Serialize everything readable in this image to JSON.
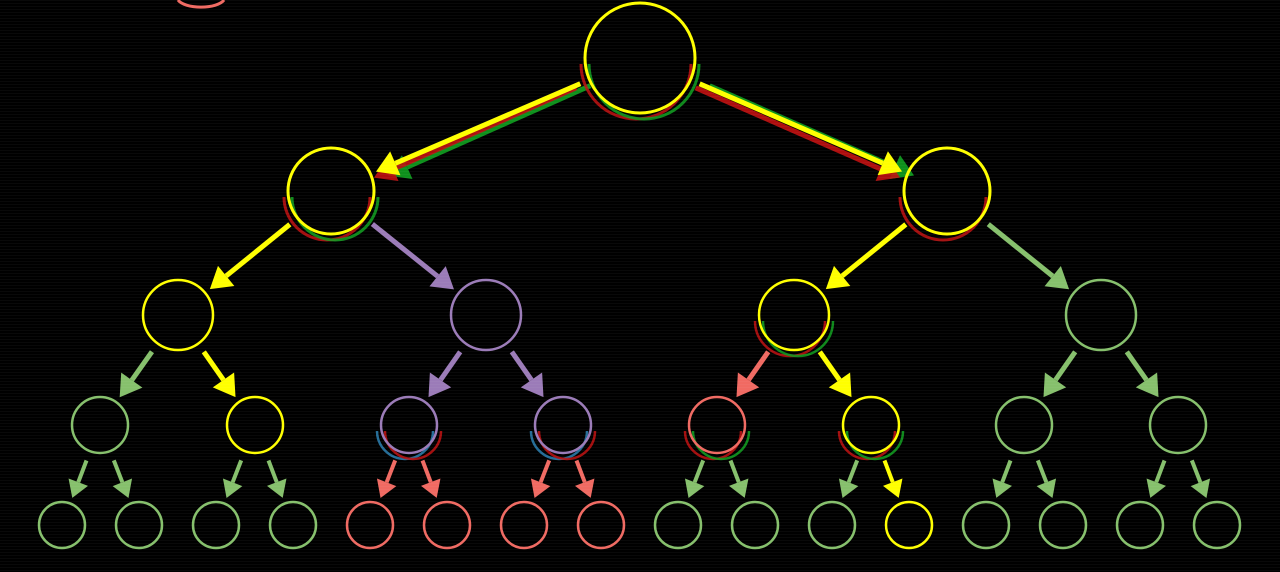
{
  "diagram": {
    "background": "#000000",
    "colors": {
      "yellow": "#ffff00",
      "green": "#86c06c",
      "purple": "#9b7bb8",
      "red": "#f06a62",
      "ghost_red": "#c01010",
      "ghost_green": "#10a020",
      "ghost_blue": "#2a7fb0"
    },
    "nodes": [
      {
        "id": "n1",
        "color": "yellow",
        "glitch": [
          "ghost_red",
          "ghost_green"
        ]
      },
      {
        "id": "n2",
        "color": "yellow",
        "glitch": [
          "ghost_red",
          "ghost_green"
        ]
      },
      {
        "id": "n3",
        "color": "yellow",
        "glitch": [
          "ghost_red"
        ]
      },
      {
        "id": "n4",
        "color": "yellow"
      },
      {
        "id": "n5",
        "color": "purple"
      },
      {
        "id": "n6",
        "color": "yellow",
        "glitch": [
          "ghost_red",
          "ghost_green"
        ]
      },
      {
        "id": "n7",
        "color": "green"
      },
      {
        "id": "n8",
        "color": "green"
      },
      {
        "id": "n9",
        "color": "yellow"
      },
      {
        "id": "n10",
        "color": "purple",
        "glitch": [
          "ghost_blue",
          "ghost_red"
        ]
      },
      {
        "id": "n11",
        "color": "purple",
        "glitch": [
          "ghost_blue",
          "ghost_red"
        ]
      },
      {
        "id": "n12",
        "color": "red",
        "glitch": [
          "ghost_red",
          "ghost_green"
        ]
      },
      {
        "id": "n13",
        "color": "yellow",
        "glitch": [
          "ghost_red",
          "ghost_green"
        ]
      },
      {
        "id": "n14",
        "color": "green"
      },
      {
        "id": "n15",
        "color": "green"
      },
      {
        "id": "n16",
        "color": "green"
      },
      {
        "id": "n17",
        "color": "green"
      },
      {
        "id": "n18",
        "color": "green"
      },
      {
        "id": "n19",
        "color": "green"
      },
      {
        "id": "n20",
        "color": "red"
      },
      {
        "id": "n21",
        "color": "red"
      },
      {
        "id": "n22",
        "color": "red"
      },
      {
        "id": "n23",
        "color": "red"
      },
      {
        "id": "n24",
        "color": "green"
      },
      {
        "id": "n25",
        "color": "green"
      },
      {
        "id": "n26",
        "color": "green"
      },
      {
        "id": "n27",
        "color": "yellow"
      },
      {
        "id": "n28",
        "color": "green"
      },
      {
        "id": "n29",
        "color": "green"
      },
      {
        "id": "n30",
        "color": "green"
      },
      {
        "id": "n31",
        "color": "green"
      }
    ],
    "edges": [
      {
        "from": "n1",
        "to": "n2",
        "color": "yellow",
        "glitch": true
      },
      {
        "from": "n1",
        "to": "n3",
        "color": "yellow",
        "glitch": true
      },
      {
        "from": "n2",
        "to": "n4",
        "color": "yellow"
      },
      {
        "from": "n2",
        "to": "n5",
        "color": "purple"
      },
      {
        "from": "n3",
        "to": "n6",
        "color": "yellow"
      },
      {
        "from": "n3",
        "to": "n7",
        "color": "green"
      },
      {
        "from": "n4",
        "to": "n8",
        "color": "green"
      },
      {
        "from": "n4",
        "to": "n9",
        "color": "yellow"
      },
      {
        "from": "n5",
        "to": "n10",
        "color": "purple"
      },
      {
        "from": "n5",
        "to": "n11",
        "color": "purple"
      },
      {
        "from": "n6",
        "to": "n12",
        "color": "red"
      },
      {
        "from": "n6",
        "to": "n13",
        "color": "yellow"
      },
      {
        "from": "n7",
        "to": "n14",
        "color": "green"
      },
      {
        "from": "n7",
        "to": "n15",
        "color": "green"
      },
      {
        "from": "n8",
        "to": "n16",
        "color": "green"
      },
      {
        "from": "n8",
        "to": "n17",
        "color": "green"
      },
      {
        "from": "n9",
        "to": "n18",
        "color": "green"
      },
      {
        "from": "n9",
        "to": "n19",
        "color": "green"
      },
      {
        "from": "n10",
        "to": "n20",
        "color": "red"
      },
      {
        "from": "n10",
        "to": "n21",
        "color": "red"
      },
      {
        "from": "n11",
        "to": "n22",
        "color": "red"
      },
      {
        "from": "n11",
        "to": "n23",
        "color": "red"
      },
      {
        "from": "n12",
        "to": "n24",
        "color": "green"
      },
      {
        "from": "n12",
        "to": "n25",
        "color": "green"
      },
      {
        "from": "n13",
        "to": "n26",
        "color": "green"
      },
      {
        "from": "n13",
        "to": "n27",
        "color": "yellow"
      },
      {
        "from": "n14",
        "to": "n28",
        "color": "green"
      },
      {
        "from": "n14",
        "to": "n29",
        "color": "green"
      },
      {
        "from": "n15",
        "to": "n30",
        "color": "green"
      },
      {
        "from": "n15",
        "to": "n31",
        "color": "green"
      }
    ],
    "corner_fragment": {
      "color": "red"
    }
  }
}
